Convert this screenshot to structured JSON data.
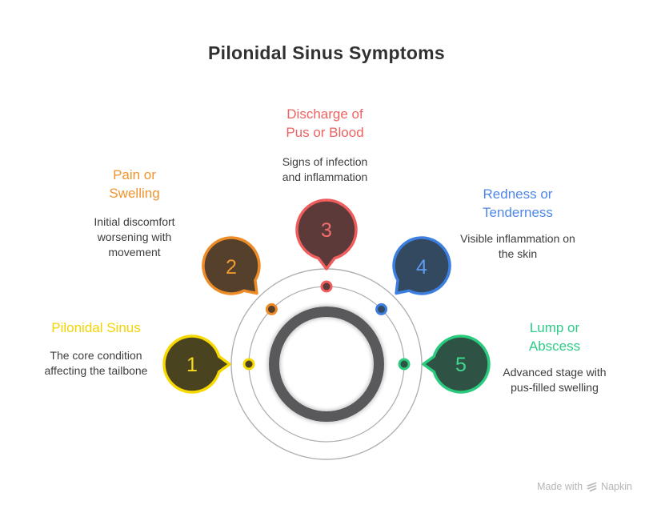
{
  "title": "Pilonidal Sinus Symptoms",
  "colors": {
    "title": "#313131",
    "description": "#3D3D3D",
    "orbit": "#B1B1B1",
    "core_ring": "#59595B",
    "core_halo": "#9A9A9A",
    "watermark": "#B5B5B5",
    "background": "#FFFFFF"
  },
  "items": [
    {
      "number": "1",
      "label": "Pilonidal Sinus",
      "description": "The core condition affecting the tailbone",
      "accent": "#F6D900",
      "fill": "#4A431F",
      "number_color": "#F8DC1C",
      "label_color": "#F2D403"
    },
    {
      "number": "2",
      "label": "Pain or Swelling",
      "description": "Initial discomfort worsening with movement",
      "accent": "#ED8B26",
      "fill": "#54402B",
      "number_color": "#F0992F",
      "label_color": "#F0942D"
    },
    {
      "number": "3",
      "label": "Discharge of Pus or Blood",
      "description": "Signs of infection and inflammation",
      "accent": "#EF5D5D",
      "fill": "#5D3A3A",
      "number_color": "#F26D6D",
      "label_color": "#EE6262"
    },
    {
      "number": "4",
      "label": "Redness or Tenderness",
      "description": "Visible inflammation on the skin",
      "accent": "#3C7FE0",
      "fill": "#33495F",
      "number_color": "#5E9AF0",
      "label_color": "#4E87E8"
    },
    {
      "number": "5",
      "label": "Lump or Abscess",
      "description": "Advanced stage with pus-filled swelling",
      "accent": "#2BCB7E",
      "fill": "#2E5244",
      "number_color": "#3FD891",
      "label_color": "#2ECB87"
    }
  ],
  "watermark": {
    "prefix": "Made with",
    "brand": "Napkin",
    "icon": "napkin-logo-icon"
  }
}
